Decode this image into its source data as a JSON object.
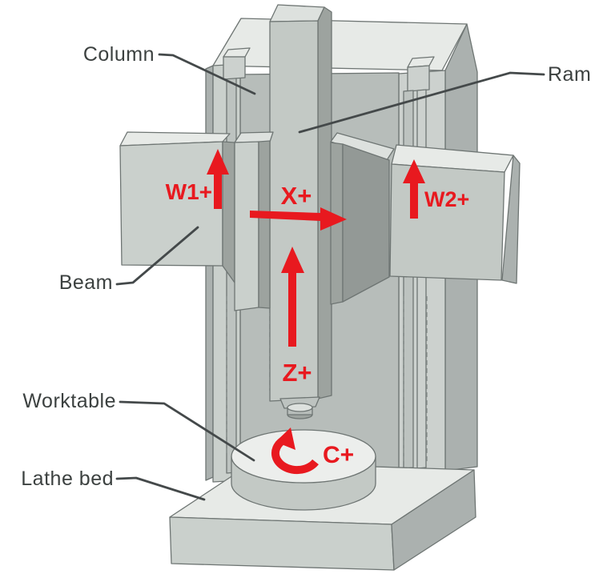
{
  "figure": {
    "type": "machine-tool-diagram",
    "description": "Isometric schematic of a vertical turning lathe showing structural parts and positive motion axes",
    "part_labels": {
      "column": "Column",
      "ram": "Ram",
      "beam": "Beam",
      "worktable": "Worktable",
      "lathe_bed": "Lathe bed"
    },
    "axis_labels": {
      "w1": "W1+",
      "x": "X+",
      "w2": "W2+",
      "z": "Z+",
      "c": "C+"
    },
    "axes_meaning": [
      {
        "id": "W1",
        "label": "W1+",
        "direction": "up",
        "located_on": "left beam box"
      },
      {
        "id": "X",
        "label": "X+",
        "direction": "right",
        "located_on": "ram / crossbeam"
      },
      {
        "id": "W2",
        "label": "W2+",
        "direction": "up",
        "located_on": "right beam box"
      },
      {
        "id": "Z",
        "label": "Z+",
        "direction": "up",
        "located_on": "ram front face"
      },
      {
        "id": "C",
        "label": "C+",
        "direction": "rotation-counterclockwise",
        "located_on": "worktable"
      }
    ],
    "colors": {
      "axis_arrow": "#e8191f",
      "label_text": "#3c4140",
      "leader_line": "#44494a",
      "machine_light": "#e7eae7",
      "machine_front": "#cad0cc",
      "machine_side": "#abb1af",
      "machine_shadow": "#9da39f",
      "background": "#ffffff"
    }
  }
}
